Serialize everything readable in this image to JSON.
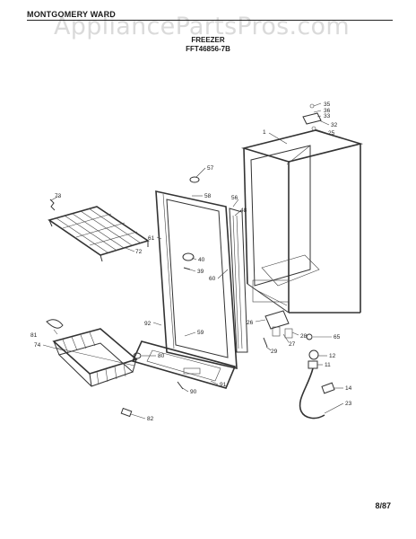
{
  "header": {
    "brand": "MONTGOMERY WARD",
    "watermark": "AppliancePartsPros.com",
    "title": "FREEZER",
    "model": "FFT46856-7B"
  },
  "footer": {
    "date": "8/87"
  },
  "callouts": {
    "c1": "1",
    "c11": "11",
    "c12": "12",
    "c14": "14",
    "c23": "23",
    "c25": "25",
    "c26": "26",
    "c27": "27",
    "c28": "28",
    "c29": "29",
    "c32": "32",
    "c33": "33",
    "c35": "35",
    "c36": "36",
    "c39": "39",
    "c40": "40",
    "c48": "48",
    "c56": "56",
    "c57": "57",
    "c58": "58",
    "c59": "59",
    "c60": "60",
    "c61": "61",
    "c65": "65",
    "c72": "72",
    "c73": "73",
    "c74": "74",
    "c80": "80",
    "c81": "81",
    "c82": "82",
    "c90": "90",
    "c91": "91",
    "c92": "92"
  }
}
